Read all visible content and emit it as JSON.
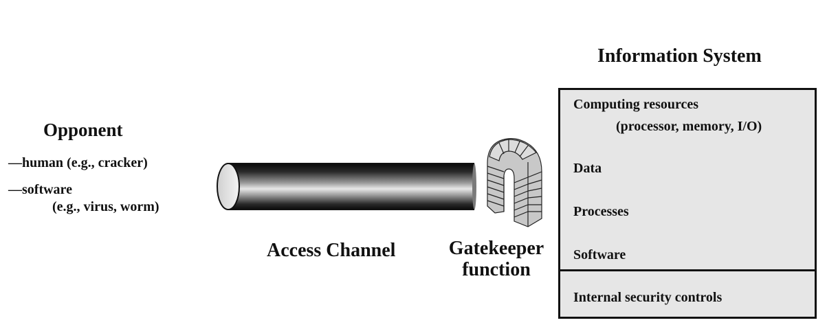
{
  "opponent": {
    "title": "Opponent",
    "items": [
      {
        "label": "—human (e.g., cracker)"
      },
      {
        "label": "—software",
        "detail": "(e.g., virus, worm)"
      }
    ]
  },
  "access_channel": {
    "label": "Access Channel"
  },
  "gatekeeper": {
    "line1": "Gatekeeper",
    "line2": "function"
  },
  "information_system": {
    "title": "Information System",
    "items": [
      {
        "label": "Computing resources",
        "detail": "(processor, memory, I/O)"
      },
      {
        "label": "Data"
      },
      {
        "label": "Processes"
      },
      {
        "label": "Software"
      }
    ],
    "controls_label": "Internal security controls"
  },
  "colors": {
    "box_fill": "#e6e6e6",
    "outline": "#111111",
    "gate_fill": "#c8c8c8"
  }
}
